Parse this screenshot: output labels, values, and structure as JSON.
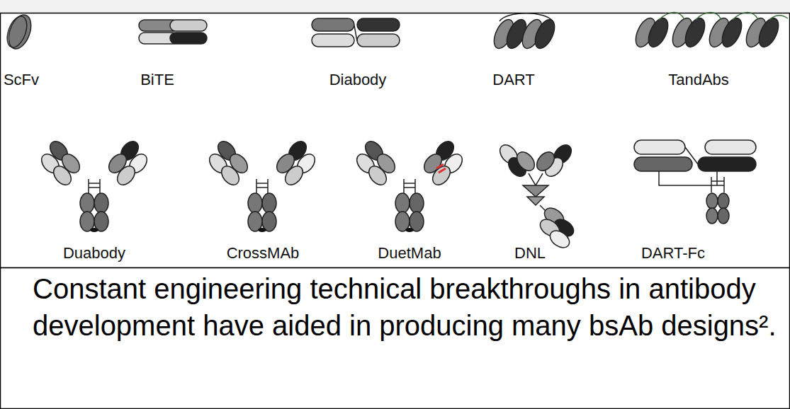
{
  "diagram": {
    "caption": "Constant engineering technical breakthroughs in antibody development have aided in producing many bsAb designs².",
    "labels": [
      "ScFv",
      "BiTE",
      "Diabody",
      "DART",
      "TandAbs",
      "Duabody",
      "CrossMAb",
      "DuetMab",
      "DNL",
      "DART-Fc"
    ]
  }
}
